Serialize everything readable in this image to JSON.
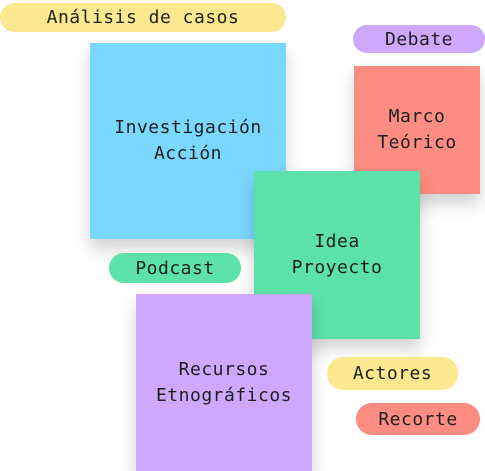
{
  "notes": {
    "investigacion": {
      "text": "Investigación\nAcción",
      "color": "#7ad7fe"
    },
    "marco": {
      "text": "Marco\nTeórico",
      "color": "#fd8c82"
    },
    "idea": {
      "text": "Idea\nProyecto",
      "color": "#5ce1a9"
    },
    "recursos": {
      "text": "Recursos\nEtnográficos",
      "color": "#cea8fc"
    }
  },
  "tags": {
    "analisis": {
      "label": "Análisis de casos",
      "color": "#fbe88f"
    },
    "debate": {
      "label": "Debate",
      "color": "#cea8fc"
    },
    "podcast": {
      "label": "Podcast",
      "color": "#5ce1a9"
    },
    "actores": {
      "label": "Actores",
      "color": "#fbe88f"
    },
    "recorte": {
      "label": "Recorte",
      "color": "#fd8c82"
    }
  }
}
